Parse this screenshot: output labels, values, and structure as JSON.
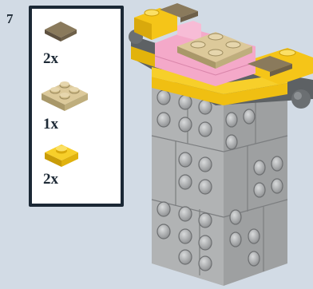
{
  "step": {
    "number": "7"
  },
  "parts": [
    {
      "icon": "dark-tan-tile-1x2-icon",
      "quantity": "2x",
      "color": "#7b6a4f"
    },
    {
      "icon": "tan-plate-2x2-icon",
      "quantity": "1x",
      "color": "#d6c38f"
    },
    {
      "icon": "yellow-plate-1x2-icon",
      "quantity": "2x",
      "color": "#f5c518"
    }
  ],
  "model": {
    "icon": "assembled-model-icon"
  },
  "colors": {
    "background": "#d2dbe5",
    "panel_border": "#1b2835",
    "gray_brick": "#a8aaab",
    "pink_tile": "#f4a9c9",
    "yellow_plate": "#f5c518",
    "tan_plate": "#d6c38f",
    "dark_gray": "#5d6164"
  }
}
